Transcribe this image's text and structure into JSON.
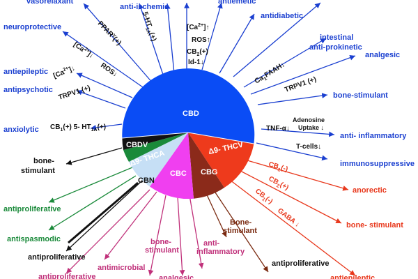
{
  "colors": {
    "cbd": "#0a4cf5",
    "cbdv": "#111111",
    "thca": "#1a8a3a",
    "thcv": "#ee3a1c",
    "cbg": "#8b2a1a",
    "cbc": "#f03ff0",
    "cbn": "#c6dff5",
    "blue_text": "#1a3fd0",
    "red_text": "#e8381c",
    "green_text": "#1a8a3a",
    "magenta_text": "#c0307a",
    "brown_text": "#7a2a10"
  },
  "slices": {
    "cbd": "CBD",
    "cbdv": "CBDV",
    "thca": "Δ9- THCA",
    "thcv": "Δ9- THCV",
    "cbg": "CBG",
    "cbc": "CBC",
    "cbn": "CBN"
  },
  "effects": {
    "vasorelaxant": "vasorelaxant",
    "anti_ischemic": "anti-ischemic",
    "antiemetic": "antiemetic",
    "neuroprotective": "neuroprotective",
    "antidiabetic": "antidiabetic",
    "intestinal": "intestinal",
    "anti_prokinetic": "anti-prokinetic",
    "analgesic": "analgesic",
    "antiepileptic": "antiepileptic",
    "antipsychotic": "antipsychotic",
    "bone_stimulant_blue": "bone-stimulant",
    "anxiolytic": "anxiolytic",
    "anti_inflammatory_blue": "anti- inflammatory",
    "immunosuppressive": "immunosuppressive",
    "bone_stimulant_black_1": "bone-",
    "bone_stimulant_black_2": "stimulant",
    "anorectic": "anorectic",
    "antiproliferative_green": "antiproliferative",
    "bone_stimulant_red": "bone- stimulant",
    "antispasmodic": "antispasmodic",
    "antiproliferative_brown": "antiproliferative",
    "antiproliferative_black": "antiproliferative",
    "bone_stim_brown_1": "Bone-",
    "bone_stim_brown_2": "stimulant",
    "bone_stim_mag_1": "bone-",
    "bone_stim_mag_2": "stimulant",
    "anti_infl_mag_1": "anti-",
    "anti_infl_mag_2": "inflammatory",
    "antimicrobial": "antimicrobial",
    "antiproliferative_mag": "antiproliferative",
    "analgesic_mag": "analgesic",
    "antiepileptic_red": "antiepileptic"
  },
  "mechanisms": {
    "ppar": "PPAR",
    "ppar_sym": "(+)",
    "ht1a": "5-HT",
    "ht1a_sub": "1A",
    "ht1a_sym": "(+)",
    "ca_up": "[Ca",
    "ca_up_tail": "]",
    "ros_up": "ROS↑",
    "cb2_plus": "CB",
    "cb2_plus_tail": "(+)",
    "id1": "Id-1↓",
    "ca_down_1": "[Ca",
    "ca_down_1_tail": "]",
    "ros_down": "ROS↓",
    "ca1_faah": "Ca",
    "ca1_faah_tail": "FAAH↓",
    "ca_down_2": "[Ca",
    "ca_down_2_tail": "]",
    "trpv1_right": "TRPV1 (+)",
    "trpv1_left": "TRPV1 (+)",
    "cb1_5ht": "CB",
    "cb1_5ht_mid": "(+) 5- HT",
    "cb1_5ht_tail": "(+)",
    "tnf": "TNF-α↓",
    "adenosine_1": "Adenosine",
    "adenosine_2": "Uptake ↓",
    "tcells": "T-cells↓",
    "cb1_minus": "CB",
    "cb1_minus_tail": "(-)",
    "cb2_plus_red": "CB",
    "cb2_plus_red_tail": "(+)",
    "cb1_minus_red": "CB",
    "cb1_minus_red_tail": "(-)",
    "gaba": "GABA ↓"
  }
}
